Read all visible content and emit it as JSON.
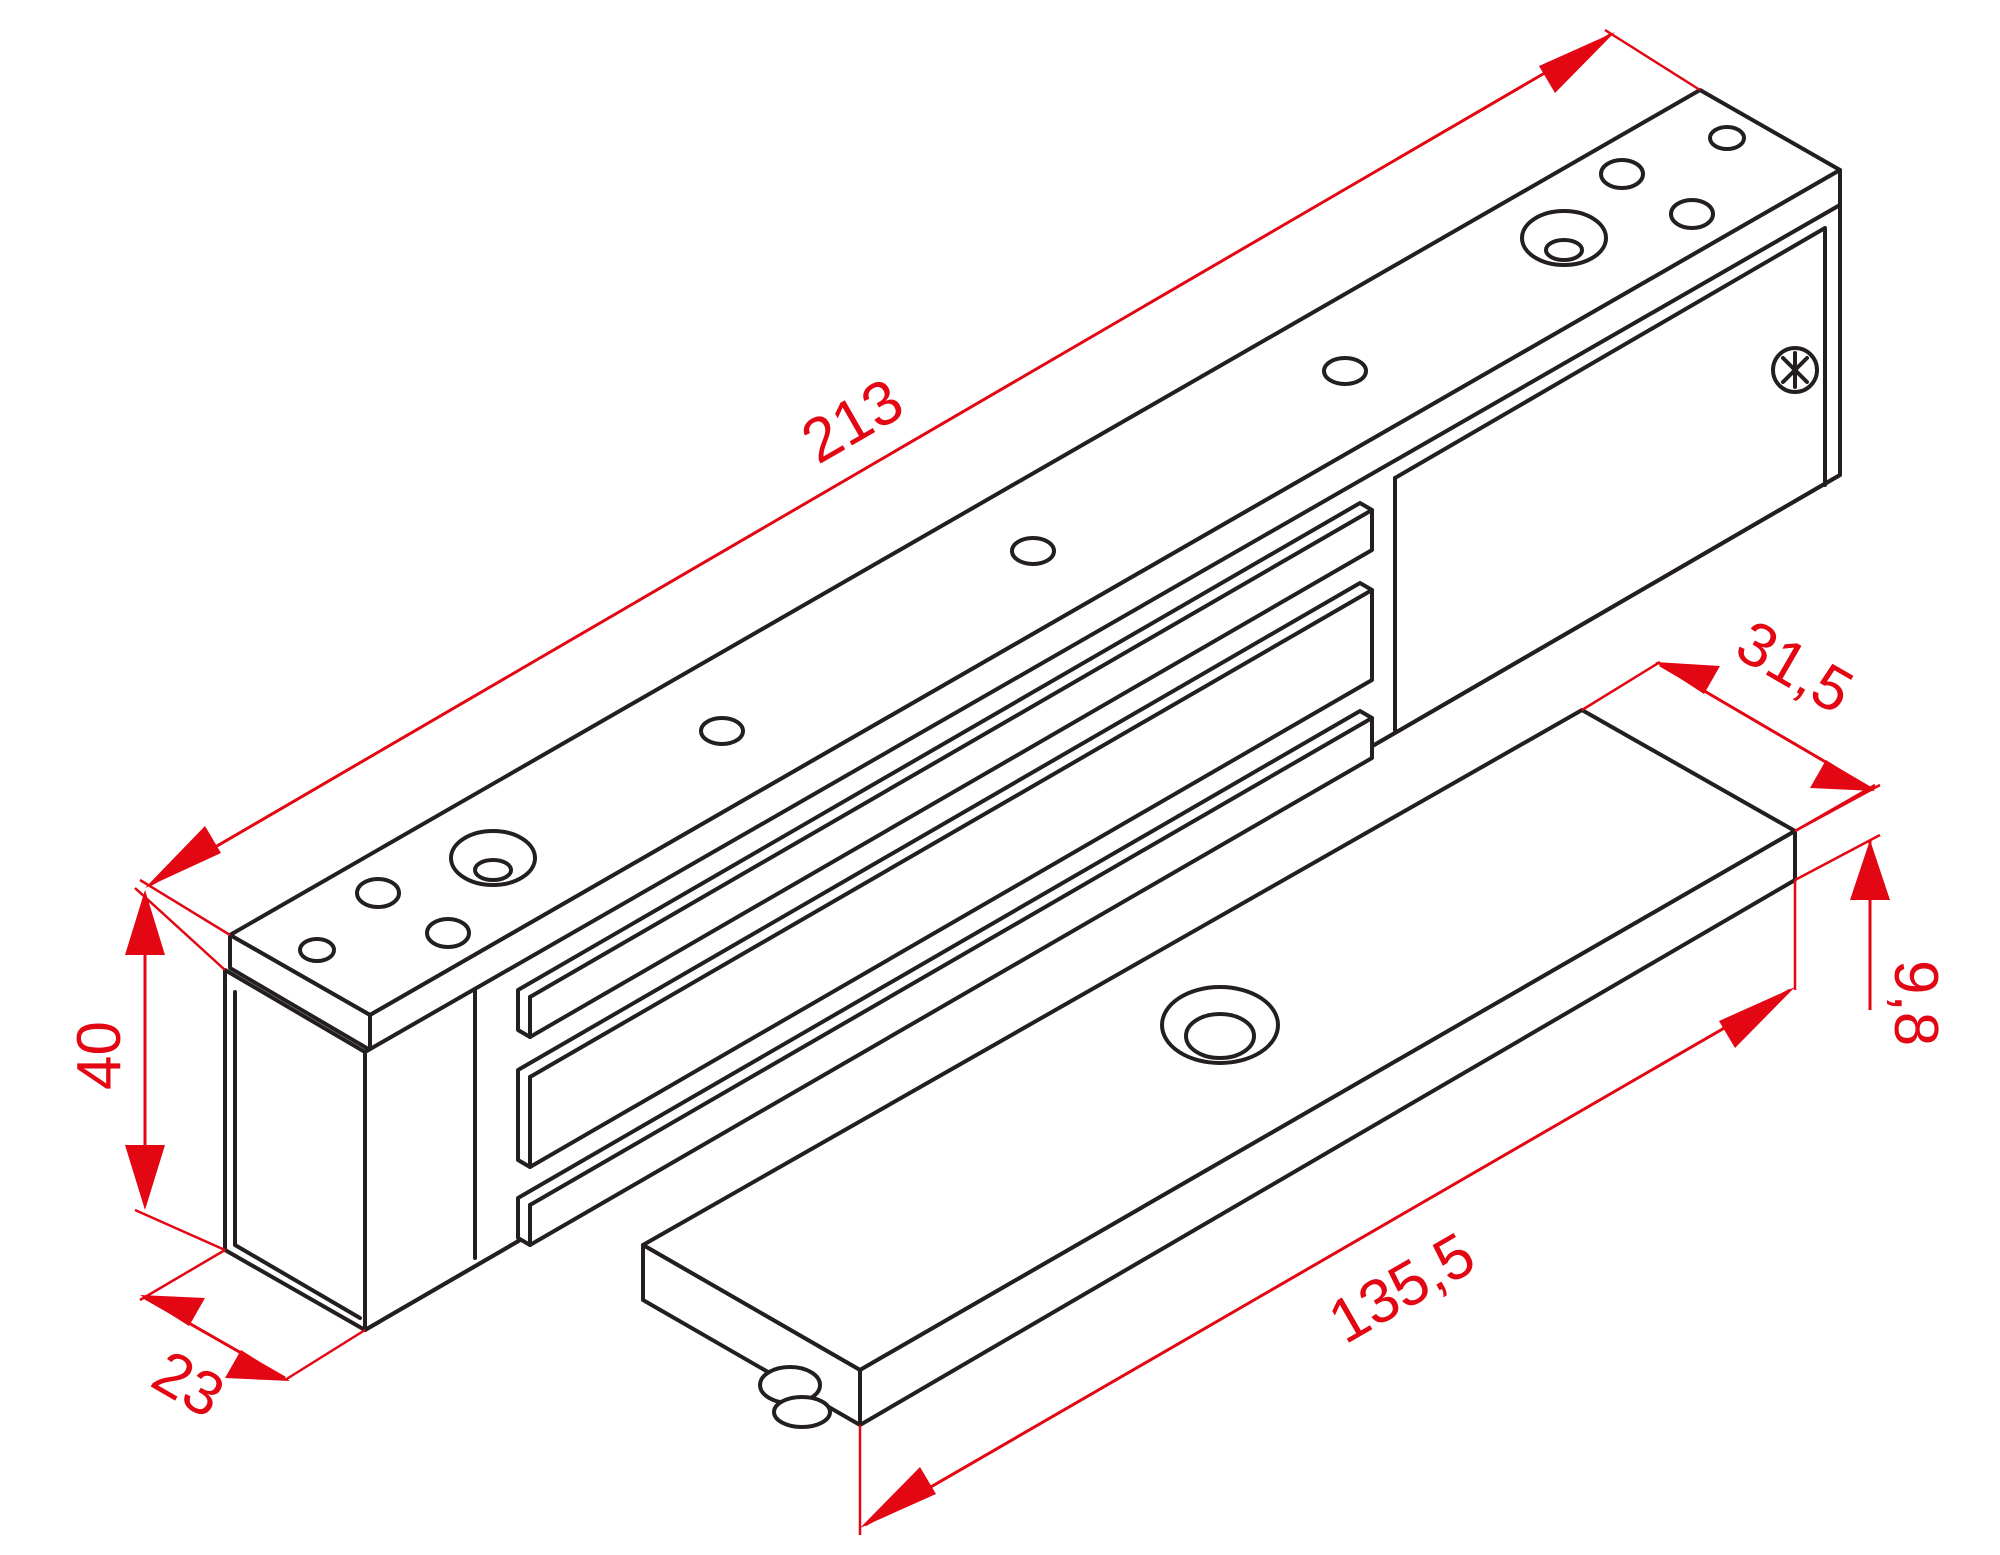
{
  "dimensions": {
    "magnet_length": "213",
    "magnet_height": "40",
    "magnet_depth": "23",
    "plate_width": "31,5",
    "plate_thickness": "9,8",
    "plate_length": "135,5"
  },
  "colors": {
    "dimension": "#e30613",
    "outline": "#231f20",
    "background": "#ffffff"
  }
}
